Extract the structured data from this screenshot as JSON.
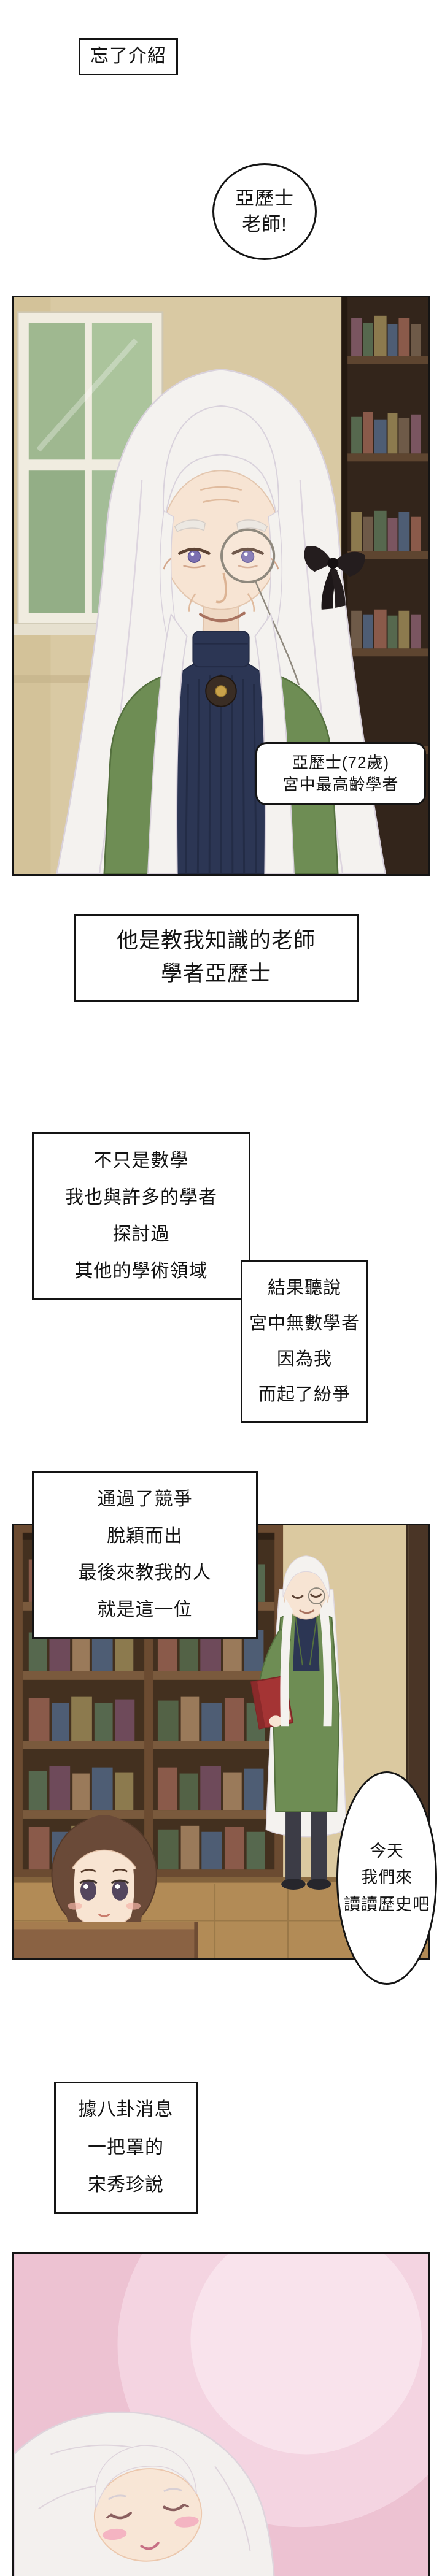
{
  "colors": {
    "page_background": "#ffffff",
    "ink": "#141414",
    "panel_wall_beige": "#d9c9a3",
    "bookshelf_dark_brown": "#33251b",
    "library_wood": "#6b4b31",
    "floor_wood": "#b28b56",
    "coat_green": "#6e8d54",
    "sweater_navy": "#2c3654",
    "hair_white": "#f4f2ef",
    "skin": "#f7e4d3",
    "eye_purple": "#7b6fb0",
    "book_red": "#a43434",
    "child_hair_brown": "#6a4a38",
    "pink_background": "#edc2d2"
  },
  "captions": {
    "intro": "忘了介紹",
    "teacher_intro": [
      "他是教我知識的老師",
      "學者亞歷士"
    ],
    "math": [
      "不只是數學",
      "我也與許多的學者",
      "探討過",
      "其他的學術領域"
    ],
    "result": [
      "結果聽說",
      "宮中無數學者",
      "因為我",
      "而起了紛爭"
    ],
    "competition": [
      "通過了競爭",
      "脫穎而出",
      "最後來教我的人",
      "就是這一位"
    ],
    "gossip": [
      "據八卦消息",
      "一把罩的",
      "宋秀珍說"
    ]
  },
  "bubbles": {
    "call": [
      "亞歷士",
      "老師!"
    ],
    "history": [
      "今天",
      "我們來",
      "讀讀歷史吧"
    ]
  },
  "name_tag": [
    "亞歷士(72歲)",
    "宮中最高齡學者"
  ]
}
